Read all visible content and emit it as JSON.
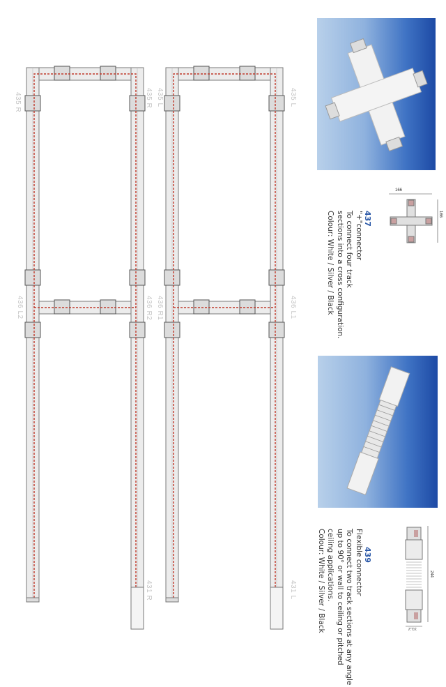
{
  "products": [
    {
      "code": "437",
      "name": "\"+\"connector",
      "description_lines": [
        "To connect four track",
        "sections into a cross configuration."
      ],
      "colour": "Colour: White / Silver / Black",
      "dimensions": {
        "width": "166",
        "height": "166"
      },
      "photo": "cross-connector-photo"
    },
    {
      "code": "439",
      "name": "Flexible connector",
      "description_lines": [
        "To connect two track sections at any angle",
        "up to 90° or wall to ceiling or pitched",
        "ceiling applications."
      ],
      "colour": "Colour: White / Silver / Black",
      "dimensions": {
        "length": "244",
        "width": "31.2"
      },
      "photo": "flexible-connector-photo"
    }
  ],
  "diagram": {
    "labels": {
      "top_left_1": "435 R",
      "top_left_2": "435 R",
      "top_right_1": "435 L",
      "top_right_2": "435 L",
      "mid_left_1": "436 L2",
      "mid_left_2": "436 R2",
      "mid_right_1": "436 R1",
      "mid_right_2": "436 L1",
      "end_left": "431 R",
      "end_right": "431 L"
    }
  },
  "colors": {
    "accent": "#2d5aa8",
    "wire": "#c0392b",
    "track": "#9a9a9a"
  }
}
